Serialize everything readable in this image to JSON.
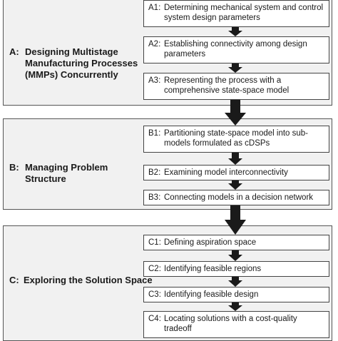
{
  "sections": [
    {
      "letter": "A:",
      "title_lines": [
        "Designing Multistage",
        "Manufacturing Processes",
        "(MMPs) Concurrently"
      ],
      "steps": [
        {
          "code": "A1:",
          "text": "Determining mechanical system and control system design parameters"
        },
        {
          "code": "A2:",
          "text": "Establishing connectivity among design parameters"
        },
        {
          "code": "A3:",
          "text": "Representing the process with a comprehensive state-space model"
        }
      ]
    },
    {
      "letter": "B:",
      "title_lines": [
        "Managing Problem",
        "Structure"
      ],
      "steps": [
        {
          "code": "B1:",
          "text": "Partitioning state-space model into sub-models formulated as cDSPs"
        },
        {
          "code": "B2:",
          "text": "Examining model interconnectivity"
        },
        {
          "code": "B3:",
          "text": "Connecting models in a decision network"
        }
      ]
    },
    {
      "letter": "C:",
      "title_lines": [
        "Exploring the Solution Space"
      ],
      "steps": [
        {
          "code": "C1:",
          "text": "Defining aspiration space"
        },
        {
          "code": "C2:",
          "text": "Identifying feasible regions"
        },
        {
          "code": "C3:",
          "text": "Identifying feasible design"
        },
        {
          "code": "C4:",
          "text": "Locating solutions with a cost-quality tradeoff"
        }
      ]
    }
  ]
}
